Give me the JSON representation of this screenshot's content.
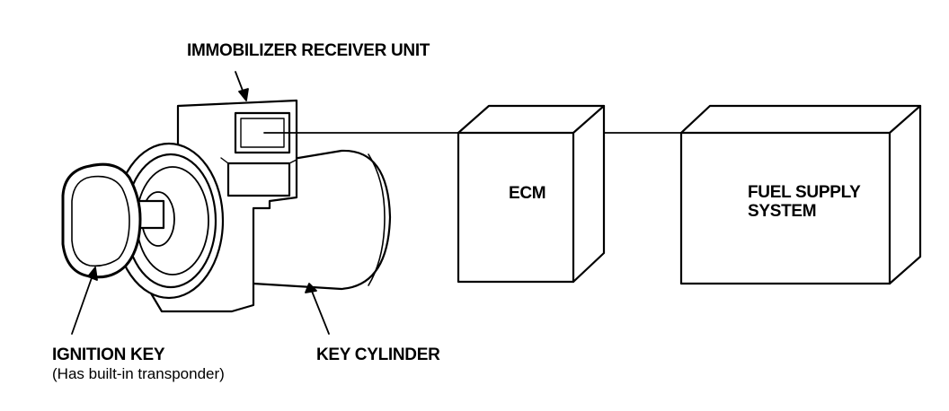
{
  "labels": {
    "immobilizer_receiver_unit": "IMMOBILIZER RECEIVER UNIT",
    "ecm": "ECM",
    "fuel_supply_line1": "FUEL SUPPLY",
    "fuel_supply_line2": "SYSTEM",
    "ignition_key": "IGNITION KEY",
    "ignition_key_note": "(Has built-in transponder)",
    "key_cylinder": "KEY CYLINDER"
  },
  "colors": {
    "ink": "#000000",
    "paper": "#ffffff"
  }
}
